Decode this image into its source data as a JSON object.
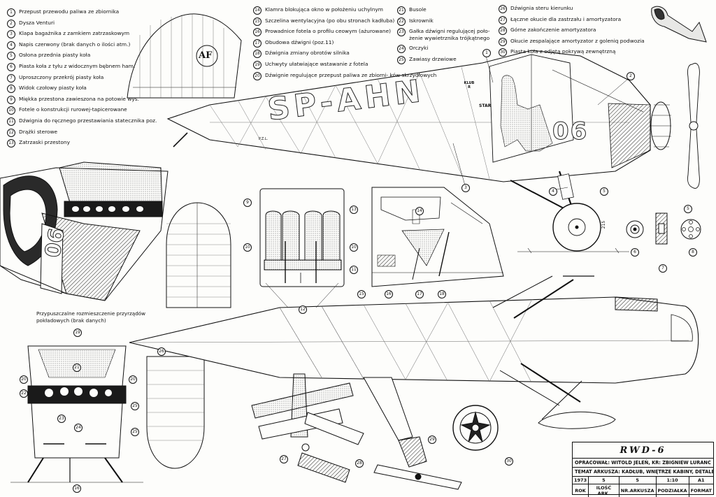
{
  "legend_left": [
    {
      "n": "1",
      "t": "Przepust przewodu paliwa ze zbiornika"
    },
    {
      "n": "2",
      "t": "Dysza Venturi"
    },
    {
      "n": "3",
      "t": "Klapa bagażnika z zamkiem zatrzaskowym"
    },
    {
      "n": "4",
      "t": "Napis czerwony (brak danych o ilości atm.)"
    },
    {
      "n": "5",
      "t": "Osłona przednia piasty koła"
    },
    {
      "n": "6",
      "t": "Piasta koła z tyłu z widocznym bębnem ham."
    },
    {
      "n": "7",
      "t": "Uproszczony przekrój piasty koła"
    },
    {
      "n": "8",
      "t": "Widok czołowy piasty koła"
    },
    {
      "n": "9",
      "t": "Miękka przestona zawieszona na potowie wys."
    },
    {
      "n": "10",
      "t": "Fotele o konstrukcji rurowej-tapicerowane"
    },
    {
      "n": "11",
      "t": "Dźwignia do ręcznego przestawiania statecznika poz."
    },
    {
      "n": "12",
      "t": "Drążki sterowe"
    },
    {
      "n": "13",
      "t": "Zatrzaski przestony"
    }
  ],
  "legend_middle": [
    {
      "n": "14",
      "t": "Klamra blokująca okno w położeniu uchylnym"
    },
    {
      "n": "15",
      "t": "Szczelina wentylacyjna (po obu stronach kadłuba)"
    },
    {
      "n": "16",
      "t": "Prowadnice fotela o profilu ceowym (ażurowane)"
    },
    {
      "n": "17",
      "t": "Obudowa dźwigni (poz.11)"
    },
    {
      "n": "18",
      "t": "Dźwignia zmiany obrotów silnika"
    },
    {
      "n": "19",
      "t": "Uchwyty ułatwiające wstawanie z fotela"
    },
    {
      "n": "20",
      "t": "Dźwignie regulujące przepust paliwa ze zbiorni- ków skrzydłowych"
    }
  ],
  "legend_right1": [
    {
      "n": "21",
      "t": "Busole"
    },
    {
      "n": "22",
      "t": "Iskrownik"
    },
    {
      "n": "23",
      "t": "Gałka dźwigni regulującej poło- żenie wywietrznika trójkątnego"
    },
    {
      "n": "24",
      "t": "Orczyki"
    },
    {
      "n": "25",
      "t": "Zawiasy drzwiowe"
    }
  ],
  "legend_right2": [
    {
      "n": "26",
      "t": "Dźwignia steru kierunku"
    },
    {
      "n": "27",
      "t": "Łączne okucie dla zastrzału i amortyzatora"
    },
    {
      "n": "28",
      "t": "Górne zakończenie amortyzatora"
    },
    {
      "n": "29",
      "t": "Okucie zespalające amortyzator z goleniq podwozia"
    },
    {
      "n": "30",
      "t": "Piasta koła z odjętą pokrywą zewnętrzną"
    }
  ],
  "markings": {
    "registration": "SP-AHN",
    "number": "06",
    "tail_logo": "AF",
    "badge_left": "KLUB R",
    "badge_right": "STAR",
    "cowl_number": "06",
    "small_text": "P.Z.L.",
    "dimension": "215"
  },
  "caption_instruments": "Przypuszczalne rozmieszczenie przyrządów pokładowych (brak danych)",
  "title_block": {
    "title": "RWD-6",
    "author": "OPRACOWAŁ: WITOLD JELEŃ, KR: ZBIGNIEW LURANC",
    "subject": "TEMAT ARKUSZA: KADŁUB, WNĘTRZE KABINY, DETALE",
    "values": [
      "1973",
      "5",
      "5",
      "1:10",
      "A1"
    ],
    "labels": [
      "ROK",
      "ILOŚĆ ARK.",
      "NR.ARKUSZA",
      "PODZIAŁKA",
      "FORMAT"
    ]
  },
  "callouts": [
    {
      "n": "1"
    },
    {
      "n": "2"
    },
    {
      "n": "3"
    },
    {
      "n": "4"
    },
    {
      "n": "5"
    },
    {
      "n": "5"
    },
    {
      "n": "6"
    },
    {
      "n": "7"
    },
    {
      "n": "8"
    },
    {
      "n": "9"
    },
    {
      "n": "10"
    },
    {
      "n": "10"
    },
    {
      "n": "11"
    },
    {
      "n": "12"
    },
    {
      "n": "13"
    },
    {
      "n": "14"
    },
    {
      "n": "15"
    },
    {
      "n": "16"
    },
    {
      "n": "17"
    },
    {
      "n": "18"
    },
    {
      "n": "19"
    },
    {
      "n": "20"
    },
    {
      "n": "20"
    },
    {
      "n": "21"
    },
    {
      "n": "22"
    },
    {
      "n": "23"
    },
    {
      "n": "24"
    },
    {
      "n": "25"
    },
    {
      "n": "25"
    },
    {
      "n": "16"
    },
    {
      "n": "26"
    },
    {
      "n": "27"
    },
    {
      "n": "28"
    },
    {
      "n": "29"
    },
    {
      "n": "30"
    }
  ]
}
